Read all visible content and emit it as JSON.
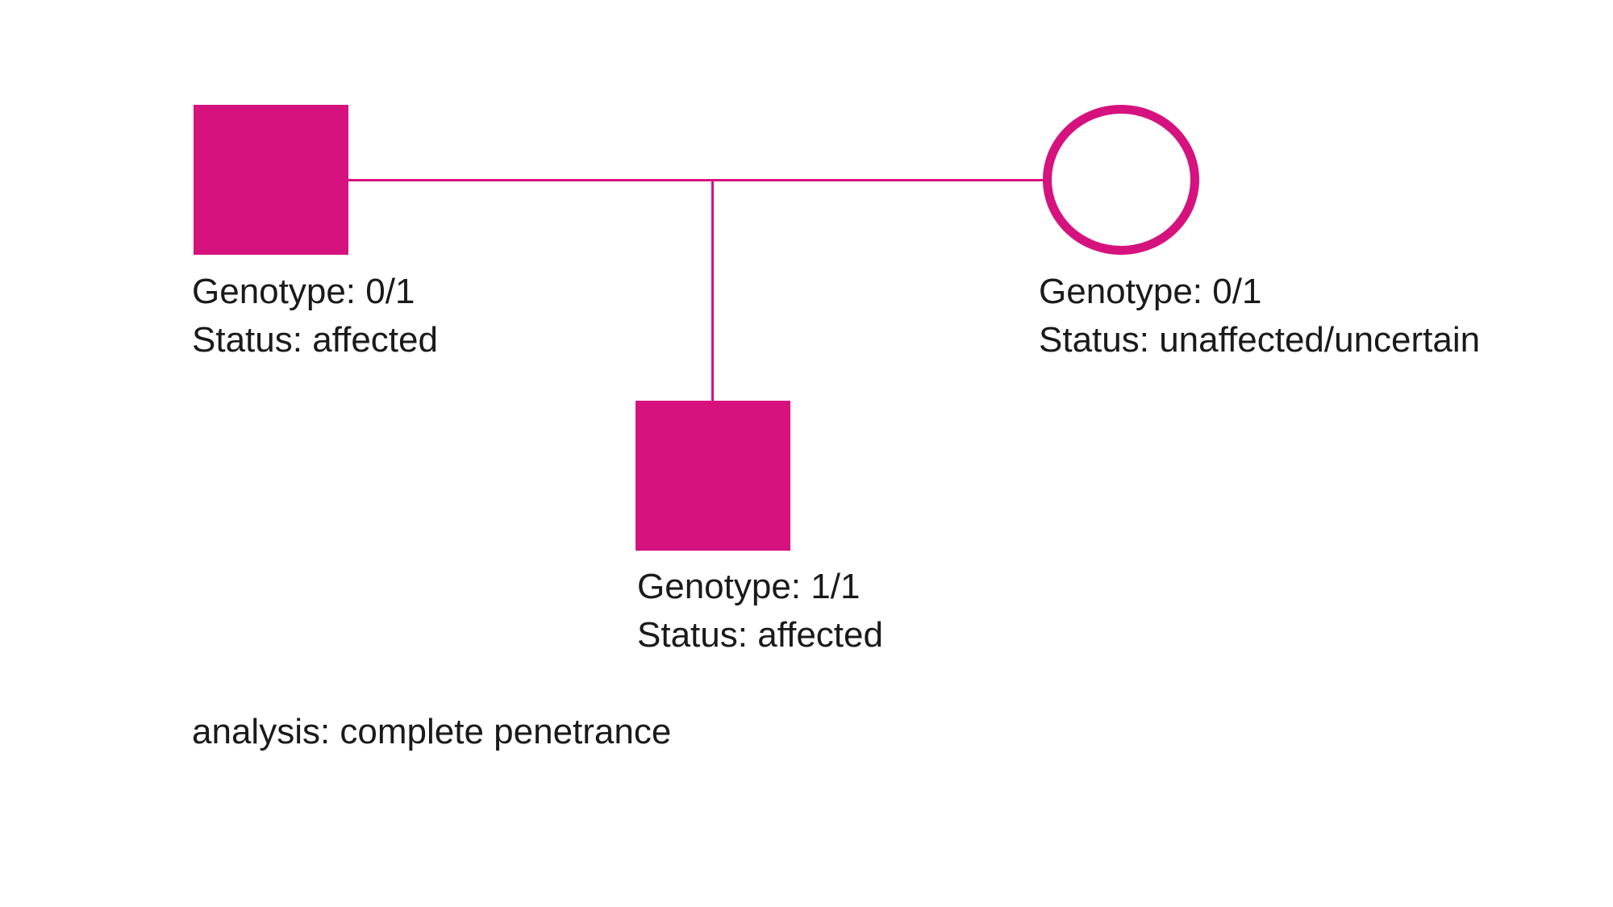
{
  "pedigree": {
    "colors": {
      "accent": "#d6127e",
      "text": "#1a1a1a",
      "background": "#ffffff"
    },
    "father": {
      "symbol": "filled-square-affected-male",
      "genotype": "Genotype: 0/1",
      "status": "Status: affected"
    },
    "mother": {
      "symbol": "outlined-circle-unaffected-female",
      "genotype": "Genotype: 0/1",
      "status": "Status: unaffected/uncertain"
    },
    "child": {
      "symbol": "filled-square-affected-male",
      "genotype": "Genotype: 1/1",
      "status": "Status: affected"
    },
    "analysis_note": "analysis: complete penetrance"
  }
}
